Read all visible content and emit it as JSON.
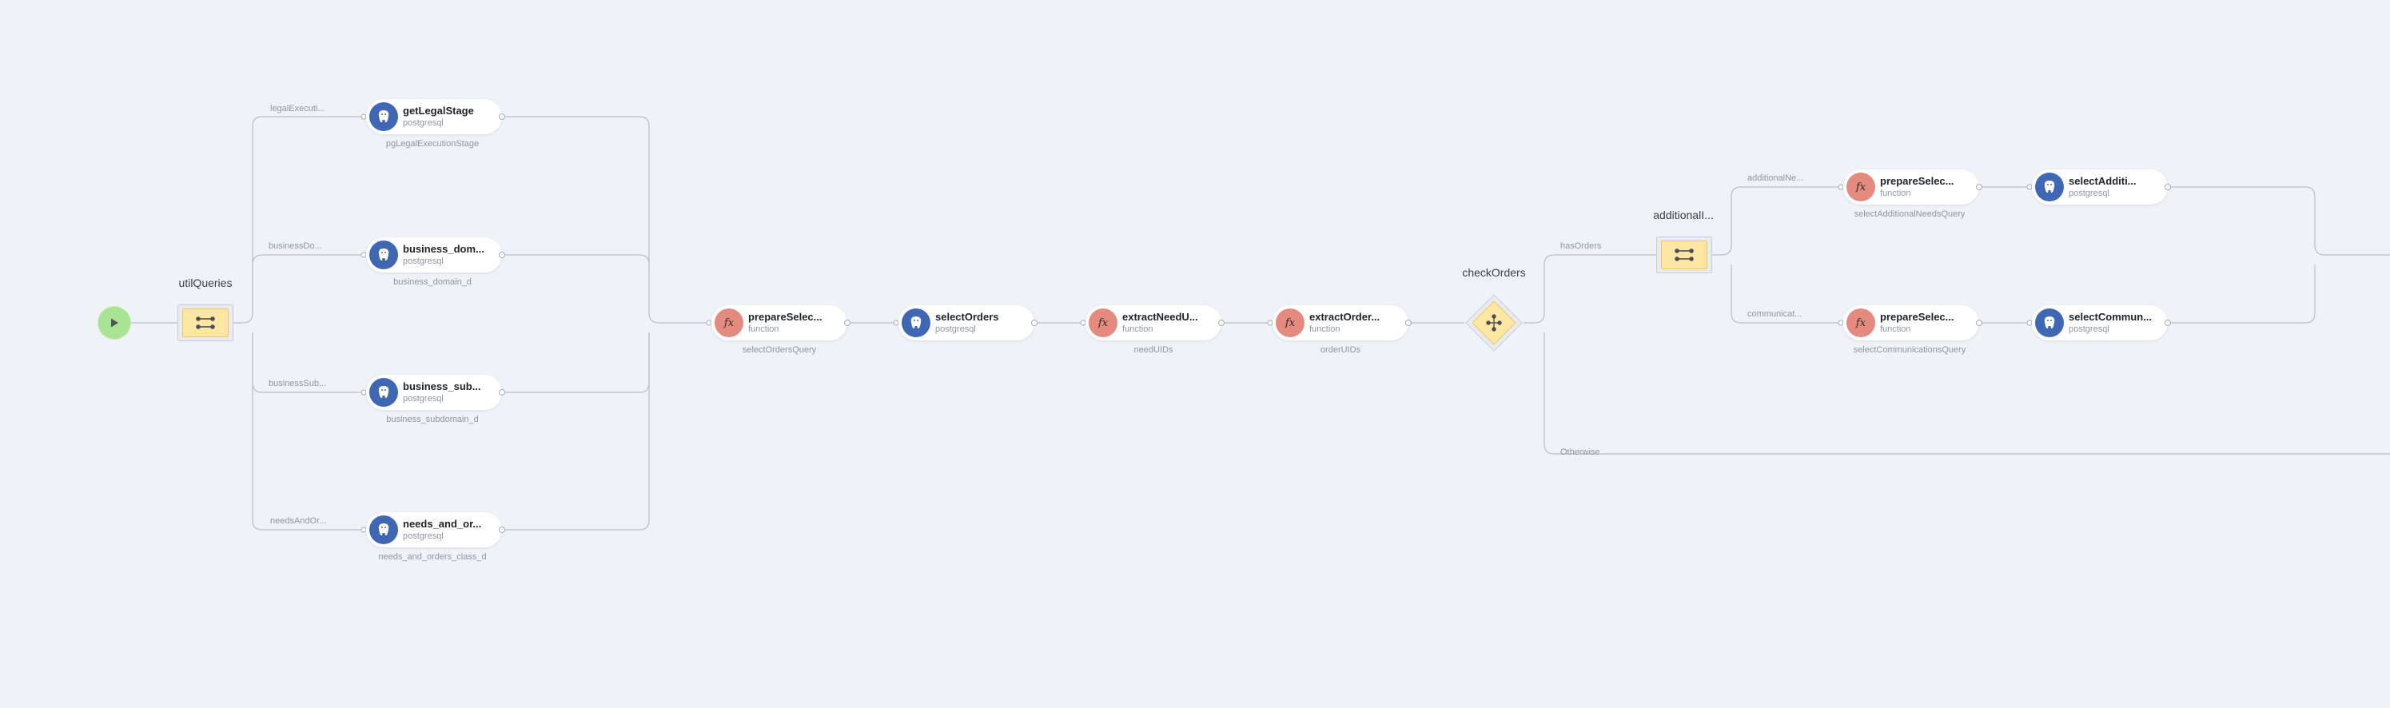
{
  "start": {
    "icon": "play-icon"
  },
  "util_queries": {
    "title": "utilQueries",
    "icon": "parallel-branch-icon"
  },
  "branches": [
    {
      "id": "getLegalStage",
      "edge_label": "legalExecuti...",
      "title": "getLegalStage",
      "type": "postgresql",
      "output": "pgLegalExecutionStage",
      "icon": "postgresql-icon"
    },
    {
      "id": "business_domain",
      "edge_label": "businessDo...",
      "title": "business_dom...",
      "type": "postgresql",
      "output": "business_domain_d",
      "icon": "postgresql-icon"
    },
    {
      "id": "business_sub",
      "edge_label": "businessSub...",
      "title": "business_sub...",
      "type": "postgresql",
      "output": "business_subdomain_d",
      "icon": "postgresql-icon"
    },
    {
      "id": "needs_and_or",
      "edge_label": "needsAndOr...",
      "title": "needs_and_or...",
      "type": "postgresql",
      "output": "needs_and_orders_class_d",
      "icon": "postgresql-icon"
    }
  ],
  "main_chain": [
    {
      "id": "prepareSelect",
      "title": "prepareSelec...",
      "type": "function",
      "output": "selectOrdersQuery",
      "icon": "function-icon"
    },
    {
      "id": "selectOrders",
      "title": "selectOrders",
      "type": "postgresql",
      "output": "",
      "icon": "postgresql-icon"
    },
    {
      "id": "extractNeedU",
      "title": "extractNeedU...",
      "type": "function",
      "output": "needUIDs",
      "icon": "function-icon"
    },
    {
      "id": "extractOrder",
      "title": "extractOrder...",
      "type": "function",
      "output": "orderUIDs",
      "icon": "function-icon"
    }
  ],
  "check_orders": {
    "title": "checkOrders",
    "icon": "choice-icon",
    "has_orders_label": "hasOrders",
    "otherwise_label": "Otherwise"
  },
  "additional": {
    "title": "additionalI...",
    "icon": "parallel-branch-icon"
  },
  "additional_branches": [
    {
      "edge_label": "additionalNe...",
      "prepare": {
        "title": "prepareSelec...",
        "type": "function",
        "output": "selectAdditionalNeedsQuery",
        "icon": "function-icon"
      },
      "select": {
        "title": "selectAdditi...",
        "type": "postgresql",
        "icon": "postgresql-icon"
      }
    },
    {
      "edge_label": "communicat...",
      "prepare": {
        "title": "prepareSelec...",
        "type": "function",
        "output": "selectCommunicationsQuery",
        "icon": "function-icon"
      },
      "select": {
        "title": "selectCommun...",
        "type": "postgresql",
        "icon": "postgresql-icon"
      }
    }
  ]
}
